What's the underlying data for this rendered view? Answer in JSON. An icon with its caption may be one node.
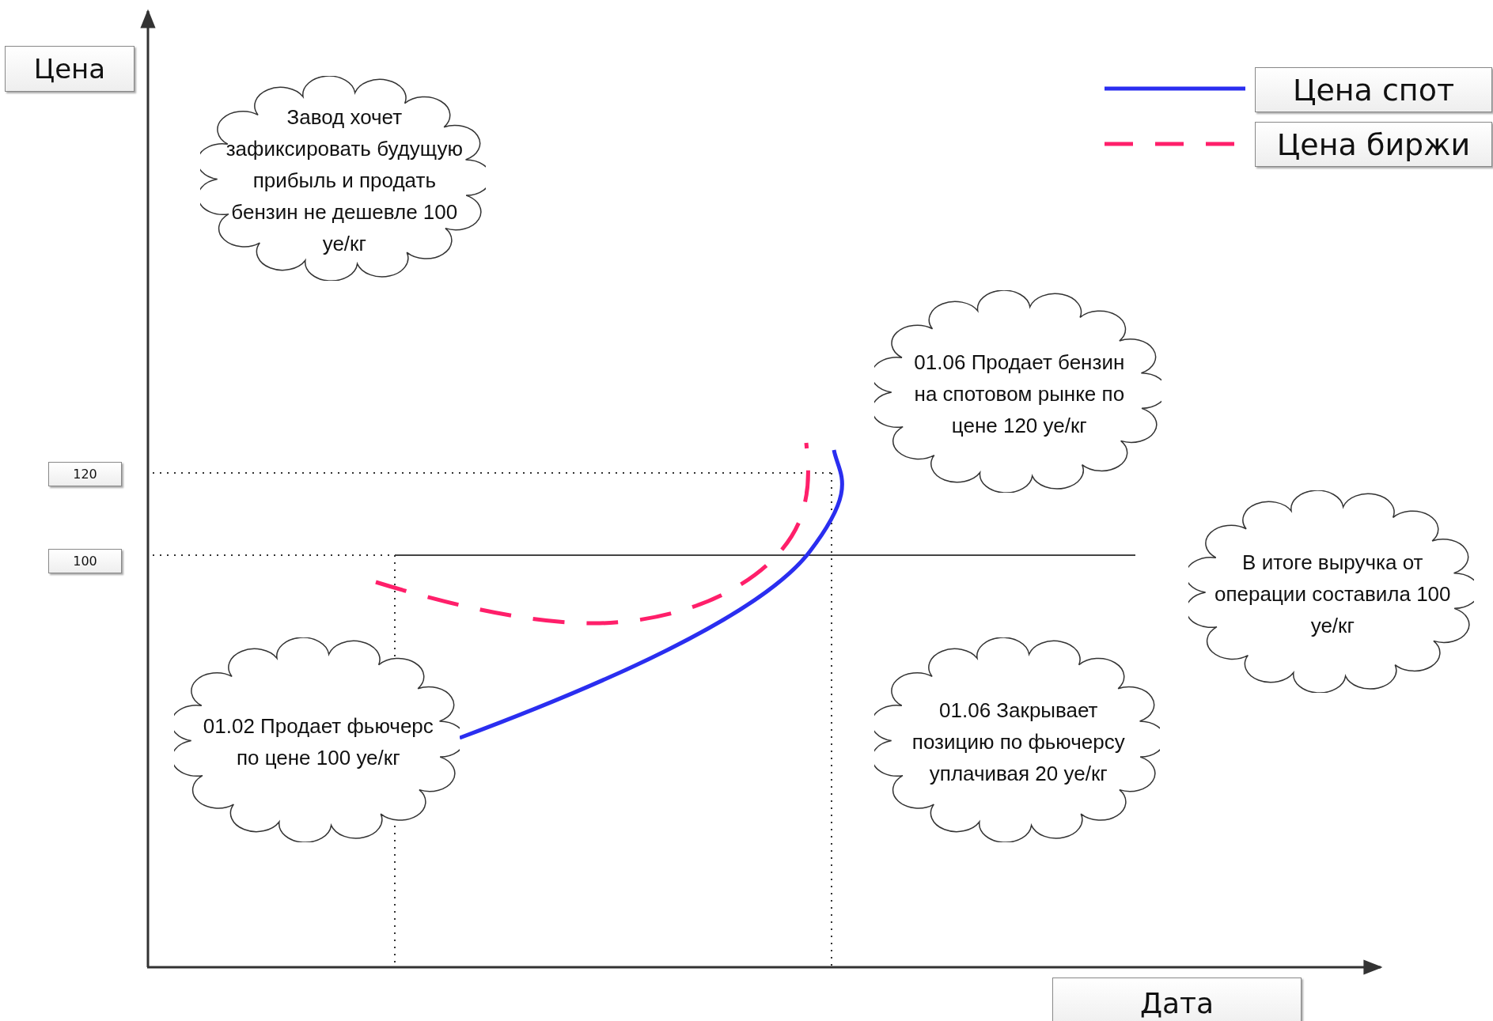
{
  "diagram": {
    "nodes": [
      {
        "text": [
          "Завод хочет зафиксировать будущую прибыль и продать бензин не дешевле 100 уе/кг"
        ]
      },
      {
        "text": [
          "01.06 Продает бензин на спотовом рынке по цене  120 уе/кг"
        ]
      },
      {
        "text": [
          "В итоге выручка от операции составила 100 уе/кг"
        ]
      },
      {
        "text": [
          "01.02 Продает фьючерс по цене 100 уе/кг"
        ]
      },
      {
        "text": [
          "01.06 Закрывает позицию по фьючерсу уплачивая 20 уе/кг"
        ]
      }
    ],
    "labels": [
      "Цена",
      "120",
      "100",
      "Дата"
    ],
    "legend": [
      {
        "text": "Цена спот"
      },
      {
        "text": "Цена биржи"
      }
    ]
  }
}
